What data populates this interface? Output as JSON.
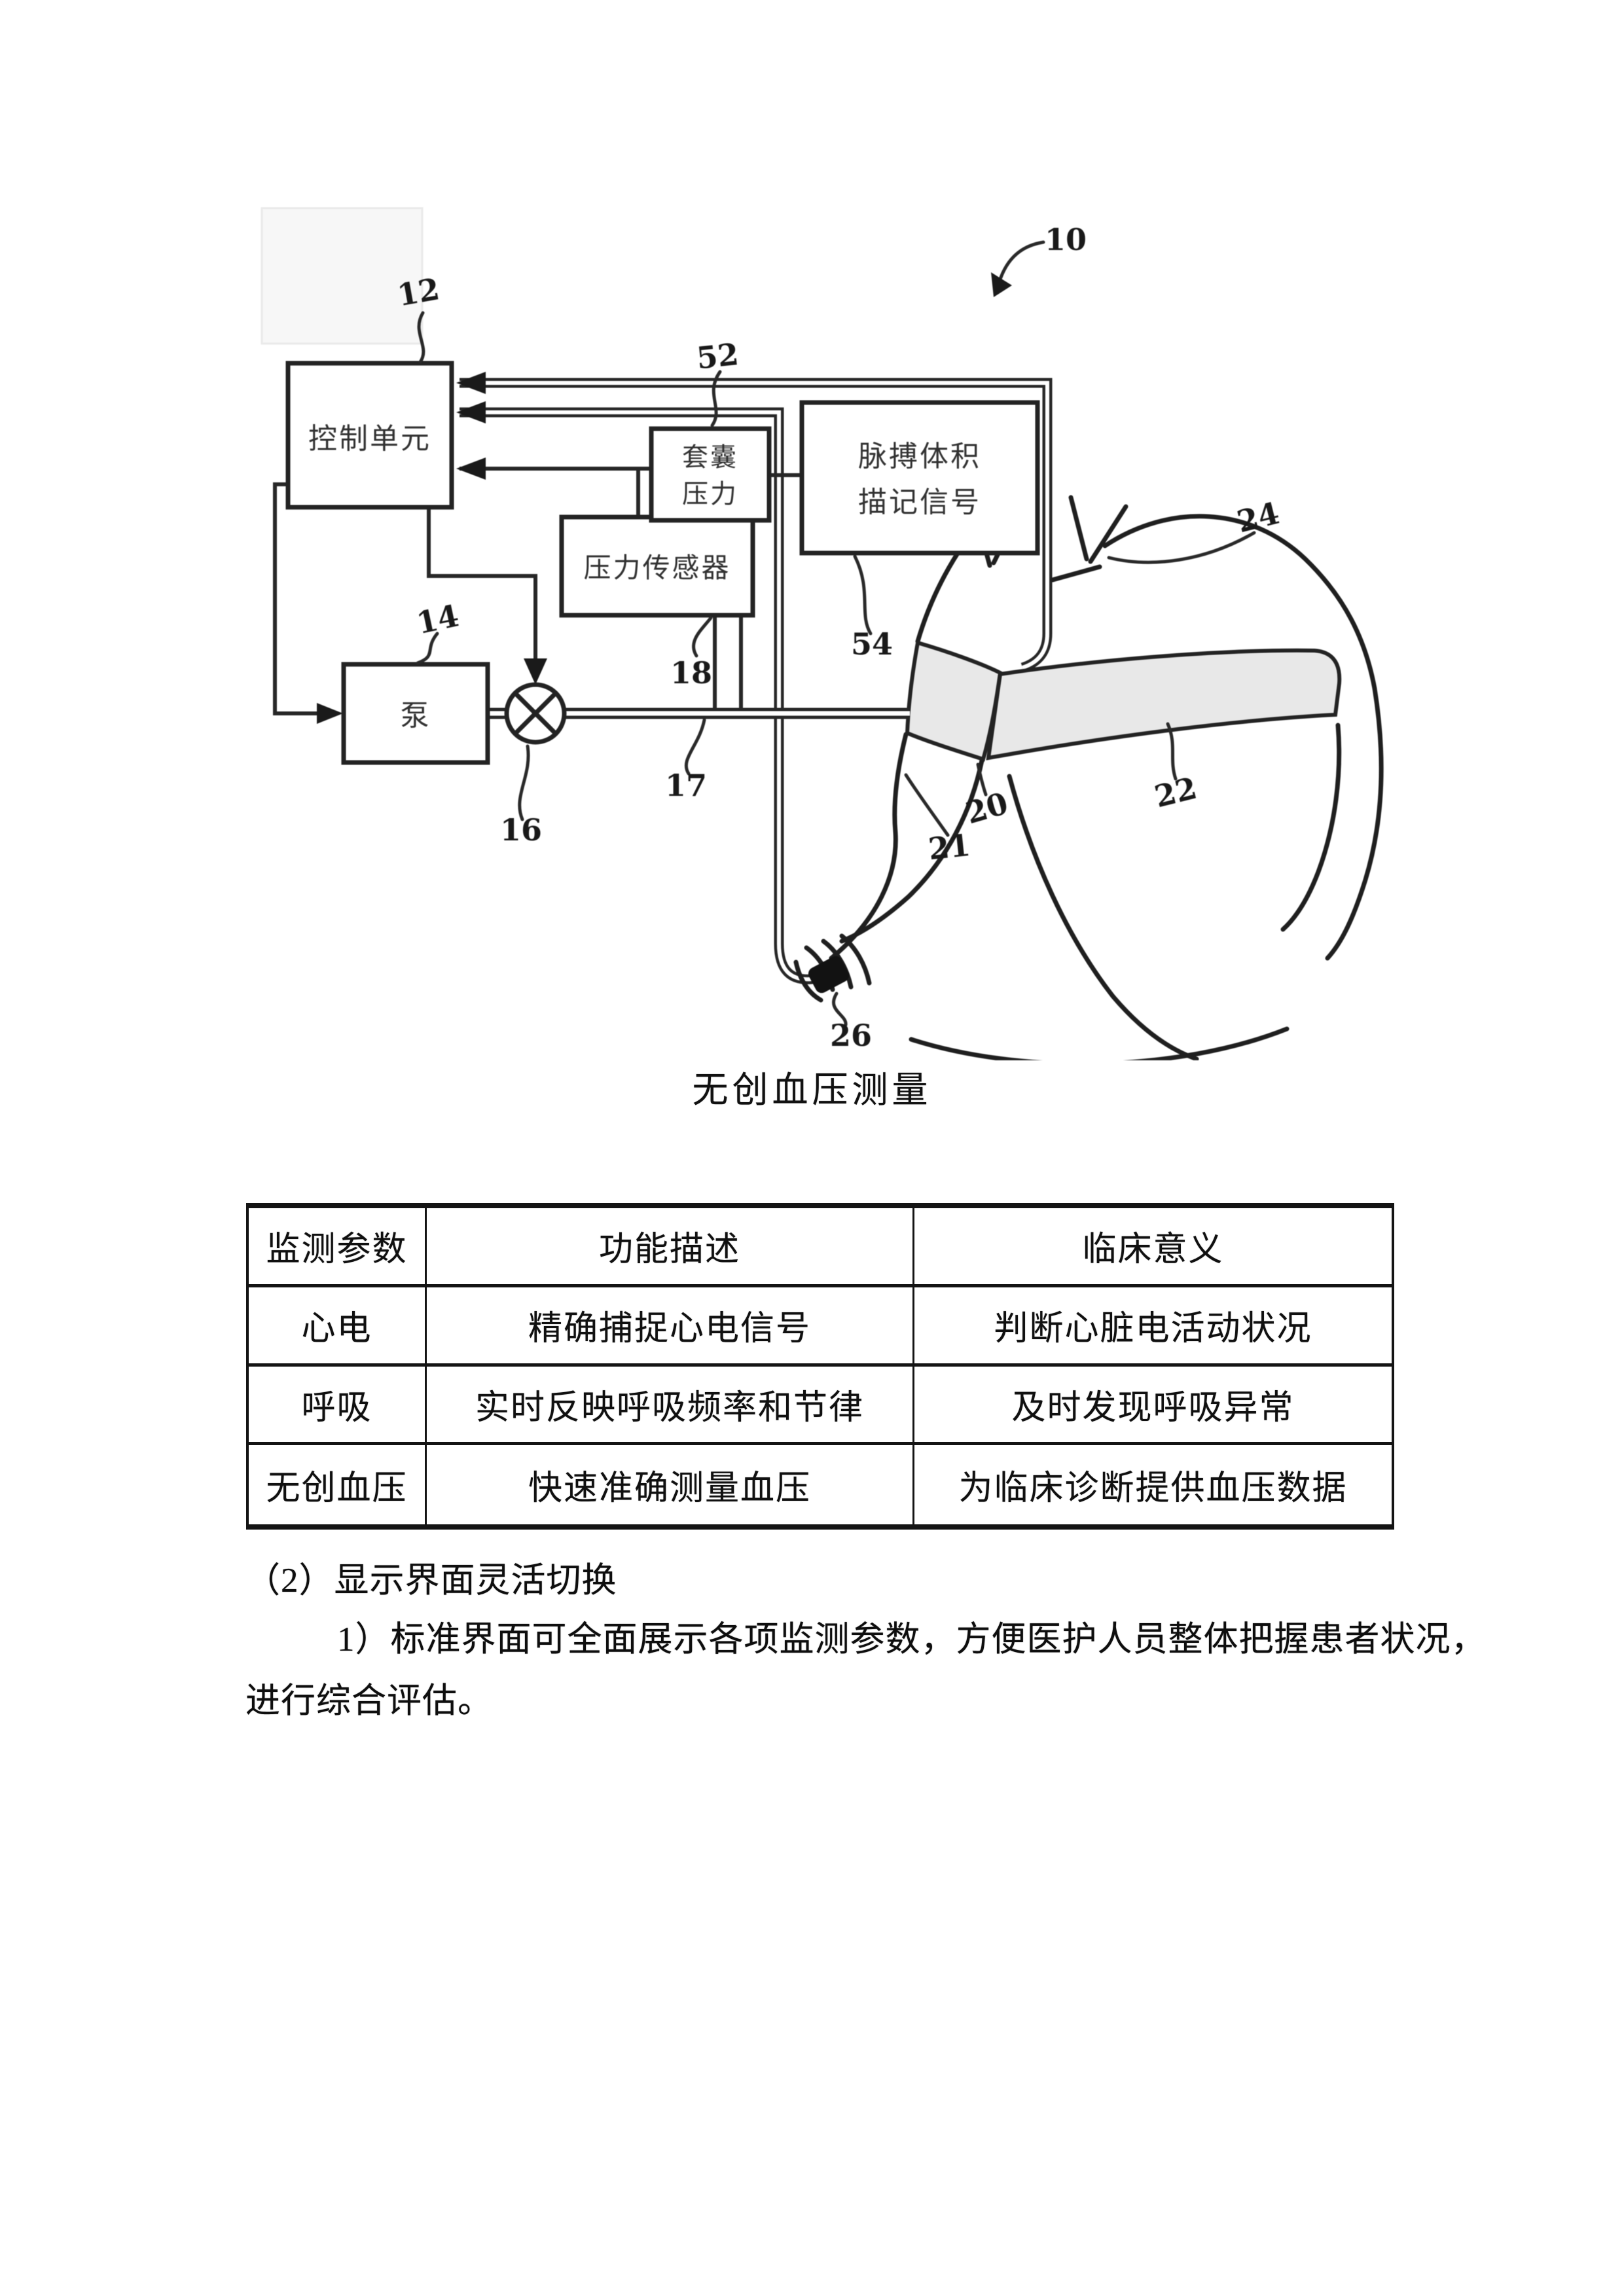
{
  "figure": {
    "caption": "无创血压测量",
    "labels": {
      "n10": "10",
      "n12": "12",
      "n14": "14",
      "n16": "16",
      "n17": "17",
      "n18": "18",
      "n20": "20",
      "n21": "21",
      "n22": "22",
      "n24": "24",
      "n26": "26",
      "n52": "52",
      "n54": "54"
    },
    "boxes": {
      "control_unit": "控制单元",
      "pump": "泵",
      "pressure_sensor": "压力传感器",
      "cuff_pressure_line1": "套囊",
      "cuff_pressure_line2": "压力",
      "pleth_line1": "脉搏体积",
      "pleth_line2": "描记信号"
    },
    "colors": {
      "line": "#2a2a2a",
      "shade": "#e5e5e5",
      "clip": "#151515"
    }
  },
  "table": {
    "headers": [
      "监测参数",
      "功能描述",
      "临床意义"
    ],
    "rows": [
      [
        "心电",
        "精确捕捉心电信号",
        "判断心脏电活动状况"
      ],
      [
        "呼吸",
        "实时反映呼吸频率和节律",
        "及时发现呼吸异常"
      ],
      [
        "无创血压",
        "快速准确测量血压",
        "为临床诊断提供血压数据"
      ]
    ]
  },
  "text": {
    "section": "（2）显示界面灵活切换",
    "para_line1": "1）标准界面可全面展示各项监测参数，方便医护人员整体把握患者状况，",
    "para_line2": "进行综合评估。"
  }
}
